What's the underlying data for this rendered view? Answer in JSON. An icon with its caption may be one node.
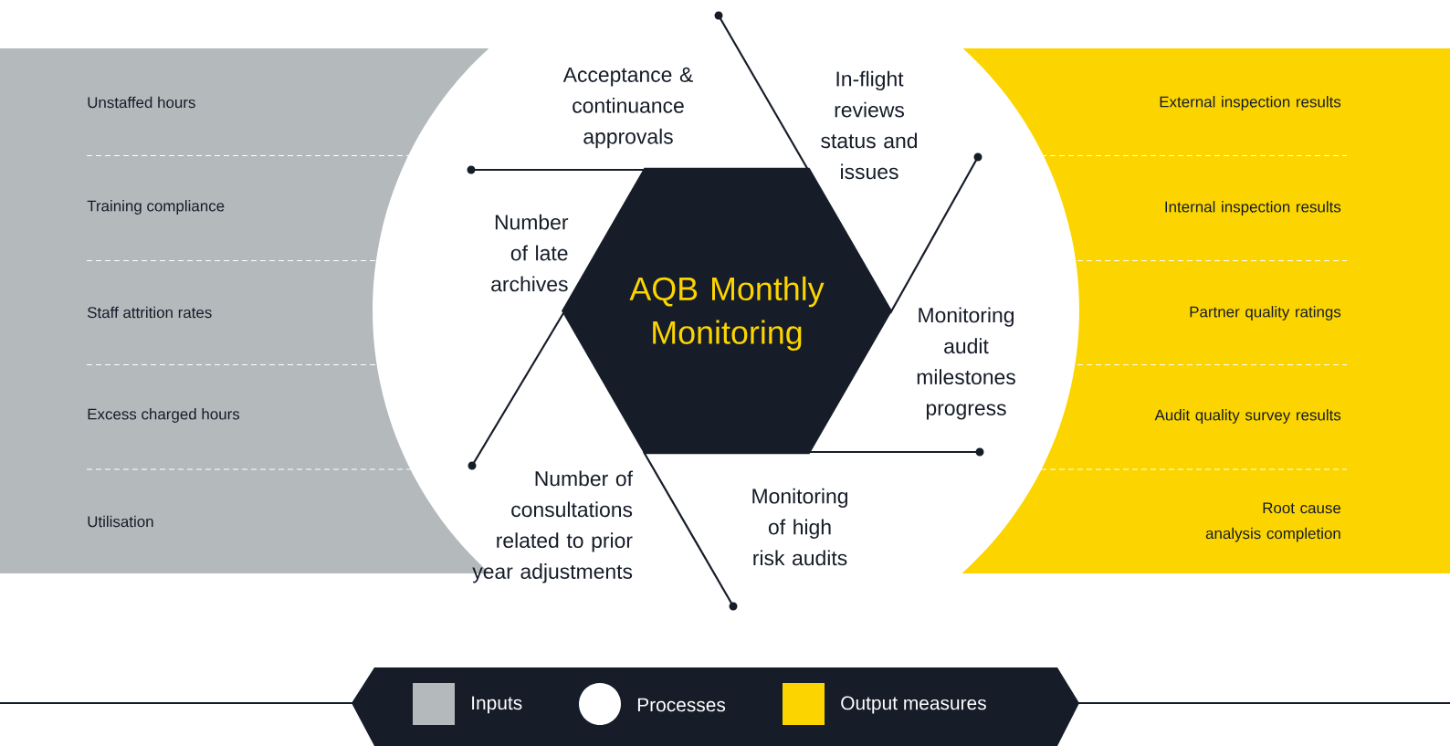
{
  "diagram": {
    "nodes": [
      {
        "text": [
          "Unstaffed hours",
          "Training compliance",
          "Staff attrition rates",
          "Excess charged hours",
          "Utilisation"
        ]
      },
      {
        "text": [
          "External inspection results",
          "Internal inspection results",
          "Partner quality ratings",
          "Audit quality survey results",
          "Root cause analysis completion"
        ]
      },
      {
        "text": [
          "Acceptance & continuance approvals",
          "In-flight reviews status and issues",
          "Number of late archives",
          "Monitoring audit milestones progress",
          "Number of consultations related to prior year adjustments",
          "Monitoring of high risk audits"
        ]
      },
      {
        "text": [
          "AQB Monthly Monitoring"
        ],
        "in": 2
      }
    ],
    "edges": [],
    "legend": [
      {
        "text": "Inputs",
        "color": "#b4b9bc"
      },
      {
        "text": "Processes",
        "color": "#ffffff"
      },
      {
        "text": "Output measures",
        "color": "#fcd500"
      }
    ]
  }
}
